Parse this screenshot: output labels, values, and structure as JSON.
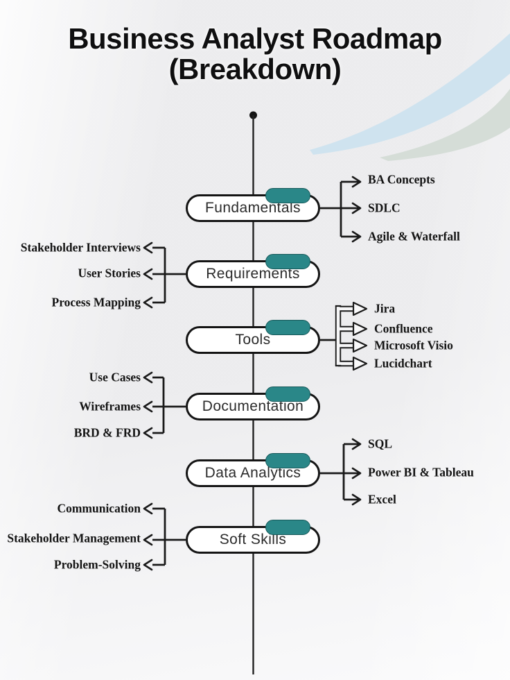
{
  "title": {
    "line1": "Business Analyst Roadmap",
    "line2": "(Breakdown)"
  },
  "colors": {
    "teal_tab": "#2a8788",
    "line": "#1a1a1a",
    "pill_fill": "#ffffff",
    "swirl_blue": "#cfe3ef",
    "swirl_sage": "#d5ddd7",
    "background": "#f2f2f4"
  },
  "nodes": [
    {
      "id": "fundamentals",
      "label": "Fundamentals",
      "side": "right",
      "arrow_style": "solid",
      "children": [
        "BA Concepts",
        "SDLC",
        "Agile & Waterfall"
      ]
    },
    {
      "id": "requirements",
      "label": "Requirements",
      "side": "left",
      "arrow_style": "solid",
      "children": [
        "Stakeholder Interviews",
        "User Stories",
        "Process Mapping"
      ]
    },
    {
      "id": "tools",
      "label": "Tools",
      "side": "right",
      "arrow_style": "hollow",
      "children": [
        "Jira",
        "Confluence",
        "Microsoft Visio",
        "Lucidchart"
      ]
    },
    {
      "id": "documentation",
      "label": "Documentation",
      "side": "left",
      "arrow_style": "solid",
      "children": [
        "Use Cases",
        "Wireframes",
        "BRD & FRD"
      ]
    },
    {
      "id": "data-analytics",
      "label": "Data Analytics",
      "side": "right",
      "arrow_style": "solid",
      "children": [
        "SQL",
        "Power BI & Tableau",
        "Excel"
      ]
    },
    {
      "id": "soft-skills",
      "label": "Soft Skills",
      "side": "left",
      "arrow_style": "solid",
      "children": [
        "Communication",
        "Stakeholder Management",
        "Problem-Solving"
      ]
    }
  ]
}
